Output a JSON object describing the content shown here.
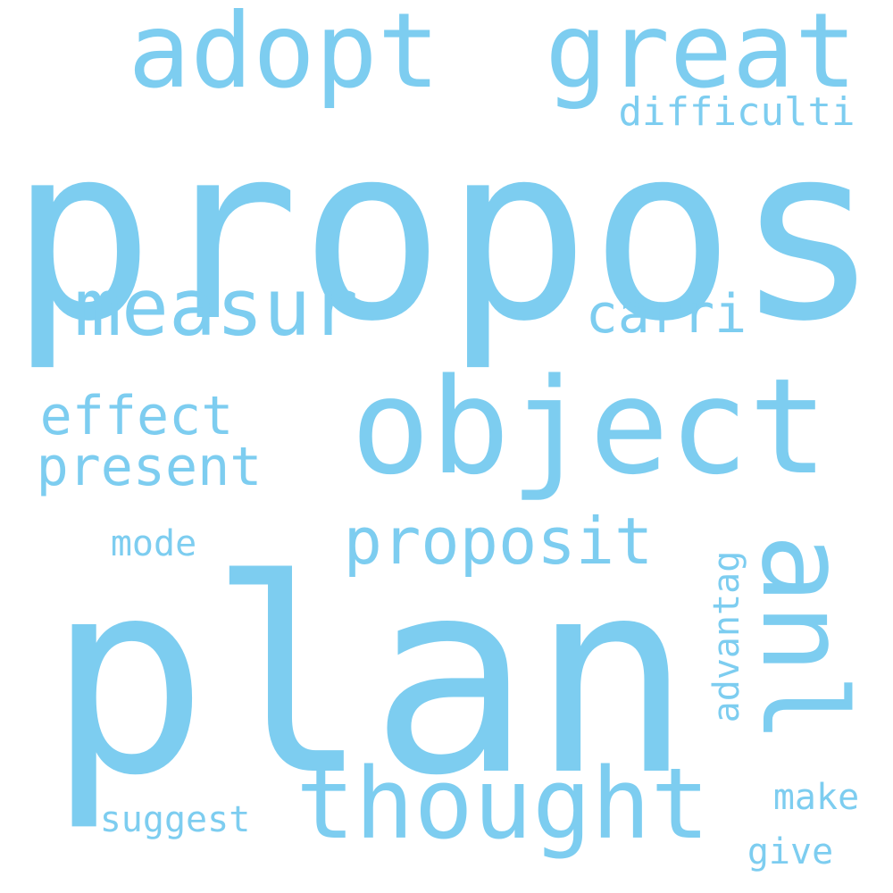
{
  "style": {
    "color": "#7dcdf0",
    "background": "#ffffff"
  },
  "words": [
    "propos",
    "plan",
    "object",
    "adopt",
    "great",
    "measur",
    "thought",
    "proposit",
    "carri",
    "effect",
    "present",
    "difficulti",
    "mode",
    "suggest",
    "make",
    "give",
    "advantag",
    "anl"
  ]
}
